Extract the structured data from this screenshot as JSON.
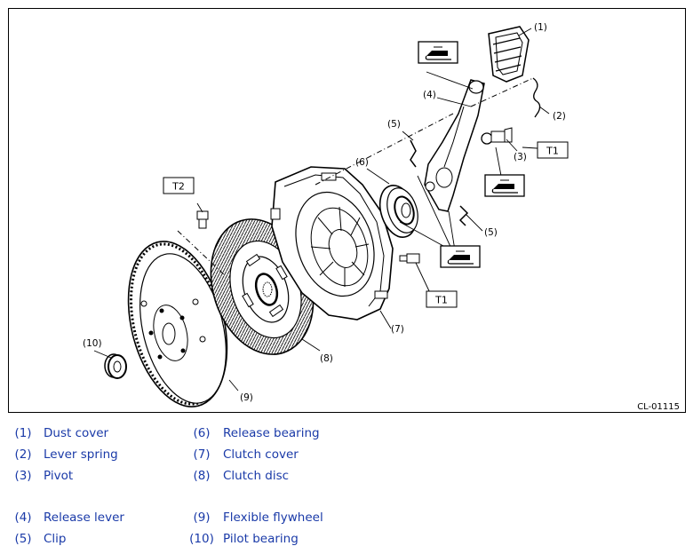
{
  "figure_code": "CL-01115",
  "callouts": {
    "c1": "(1)",
    "c2": "(2)",
    "c3": "(3)",
    "c4": "(4)",
    "c5a": "(5)",
    "c5b": "(5)",
    "c6": "(6)",
    "c7": "(7)",
    "c8": "(8)",
    "c9": "(9)",
    "c10": "(10)"
  },
  "torque_tags": {
    "t1_pivot": "T1",
    "t1_cover": "T1",
    "t2": "T2"
  },
  "icons": [
    "grease-icon",
    "grease-icon",
    "grease-icon"
  ],
  "legend": [
    {
      "num": "(1)",
      "text": "Dust cover"
    },
    {
      "num": "(6)",
      "text": "Release bearing"
    },
    {
      "num": "(2)",
      "text": "Lever spring"
    },
    {
      "num": "(7)",
      "text": "Clutch cover"
    },
    {
      "num": "(3)",
      "text": "Pivot"
    },
    {
      "num": "(8)",
      "text": "Clutch disc"
    },
    {
      "num": "(4)",
      "text": "Release lever"
    },
    {
      "num": "(9)",
      "text": "Flexible flywheel"
    },
    {
      "num": "(5)",
      "text": "Clip"
    },
    {
      "num": "(10)",
      "text": "Pilot bearing"
    }
  ],
  "colors": {
    "legend_text": "#1a3aa8",
    "line": "#000000"
  }
}
